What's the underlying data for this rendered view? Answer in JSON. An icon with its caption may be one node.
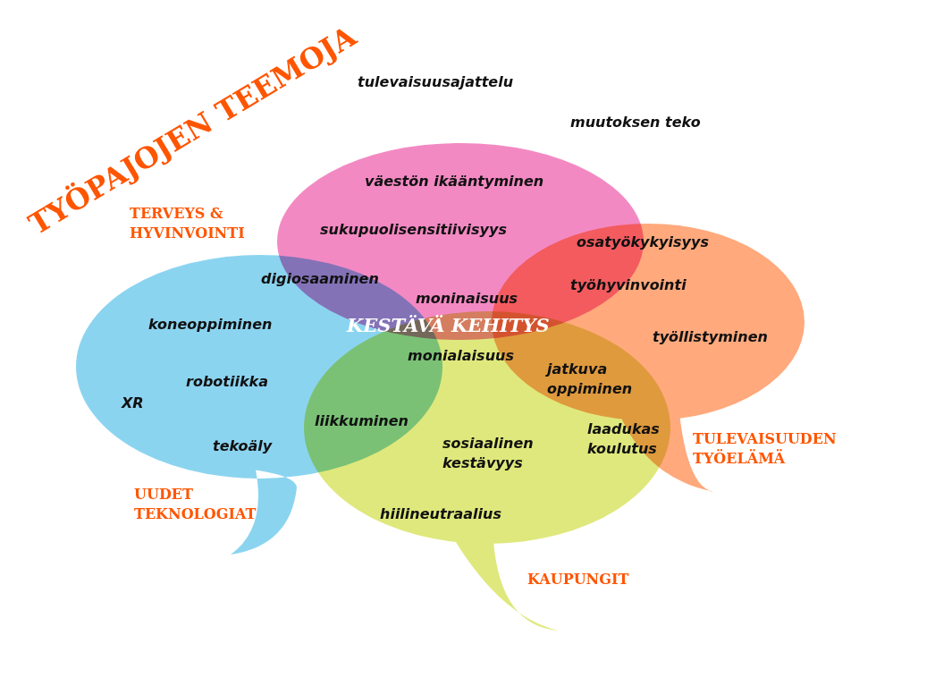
{
  "diagram": {
    "title": "TYÖPAJOJEN TEEMOJA",
    "nodes": [
      {
        "text": [
          "TERVEYS & HYVINVOINTI"
        ]
      },
      {
        "text": [
          "UUDET TEKNOLOGIAT"
        ]
      },
      {
        "text": [
          "TULEVAISUUDEN TYÖELÄMÄ"
        ]
      },
      {
        "text": [
          "KAUPUNGIT"
        ]
      }
    ],
    "labels": [
      "tulevaisuusajattelu",
      "muutoksen teko",
      "väestön ikääntyminen",
      "sukupuolisensitiivisyys",
      "osatyökykyisyys",
      "digiosaaminen",
      "työhyvinvointi",
      "moninaisuus",
      "koneoppiminen",
      "KESTÄVÄ KEHITYS",
      "työllistyminen",
      "monialaisuus",
      "jatkuva oppiminen",
      "robotiikka",
      "XR",
      "liikkuminen",
      "laadukas koulutus",
      "sosiaalinen kestävyys",
      "tekoäly",
      "hiilineutraalius"
    ]
  }
}
